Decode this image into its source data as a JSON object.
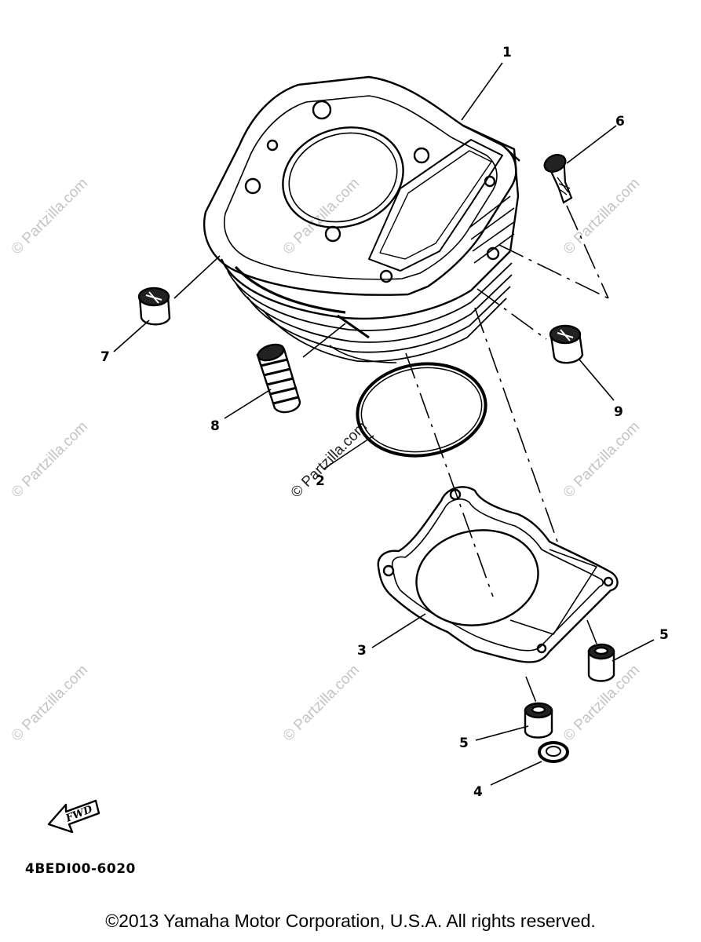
{
  "callouts": [
    {
      "id": "1",
      "label": "1"
    },
    {
      "id": "2",
      "label": "2"
    },
    {
      "id": "3",
      "label": "3"
    },
    {
      "id": "4",
      "label": "4"
    },
    {
      "id": "5a",
      "label": "5"
    },
    {
      "id": "5b",
      "label": "5"
    },
    {
      "id": "6",
      "label": "6"
    },
    {
      "id": "7",
      "label": "7"
    },
    {
      "id": "8",
      "label": "8"
    },
    {
      "id": "9",
      "label": "9"
    }
  ],
  "watermark": {
    "text": "© Partzilla.com",
    "color": "#c4c4c4"
  },
  "fwd_badge": {
    "text": "FWD",
    "icon": "forward-arrow-icon"
  },
  "ref_code": "4BEDI00-6020",
  "copyright": "©2013  Yamaha Motor Corporation, U.S.A. All rights reserved."
}
